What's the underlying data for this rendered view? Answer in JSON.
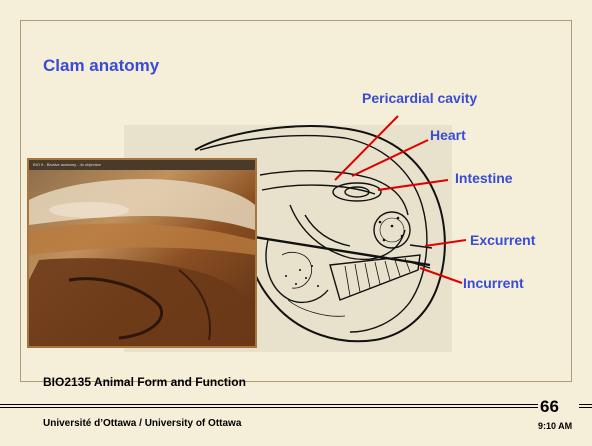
{
  "slide": {
    "title": "Clam anatomy",
    "labels": {
      "pericardial": "Pericardial cavity",
      "heart": "Heart",
      "intestine": "Intestine",
      "excurrent": "Excurrent",
      "incurrent": "Incurrent"
    },
    "course": "BIO2135 Animal Form and Function",
    "university": "Université d’Ottawa / University of Ottawa",
    "page_number": "66",
    "time": "9:10 AM",
    "photo_caption": "BIO 9 - Bivalve anatomy - 4x objective"
  },
  "colors": {
    "background": "#f5efd9",
    "title": "#3a4bd6",
    "arrow": "#e00000",
    "photo_border": "#a7753c"
  }
}
